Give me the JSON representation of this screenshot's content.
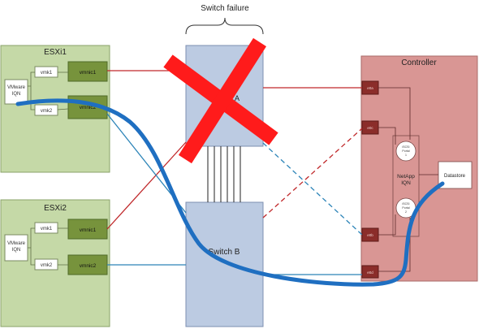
{
  "failure_label": "Switch failure",
  "hosts": [
    {
      "name": "ESXi1",
      "vm_label_line1": "VMware",
      "vm_label_line2": "IQN",
      "vmk": [
        "vmk1",
        "vmk2"
      ],
      "vmnic": [
        "vmnic1",
        "vmnic2"
      ]
    },
    {
      "name": "ESXi2",
      "vm_label_line1": "VMware",
      "vm_label_line2": "IQN",
      "vmk": [
        "vmk1",
        "vmk2"
      ],
      "vmnic": [
        "vmnic1",
        "vmnic2"
      ]
    }
  ],
  "switch_a": {
    "label": "A"
  },
  "switch_b": {
    "label": "Switch B"
  },
  "controller": {
    "title": "Controller",
    "ports": [
      "e0a",
      "e0c",
      "e0b",
      "e0d"
    ],
    "netapp_line1": "NetApp",
    "netapp_line2": "IQN",
    "portal_top": [
      "iSCSI",
      "Portal",
      "1"
    ],
    "portal_bottom": [
      "iSCSI",
      "Portal",
      "2"
    ],
    "datastore": "Datastore"
  },
  "colors": {
    "host_bg": "#c5d9a7",
    "vmnic_bg": "#77933c",
    "switch_bg": "#bccbe2",
    "controller_bg": "#d99694",
    "port_bg": "#8b2d2a",
    "red_path": "#c0282a",
    "blue_path": "#2c84b8",
    "active_path": "#1f6fc1",
    "failure_x": "#ff1b1b"
  }
}
